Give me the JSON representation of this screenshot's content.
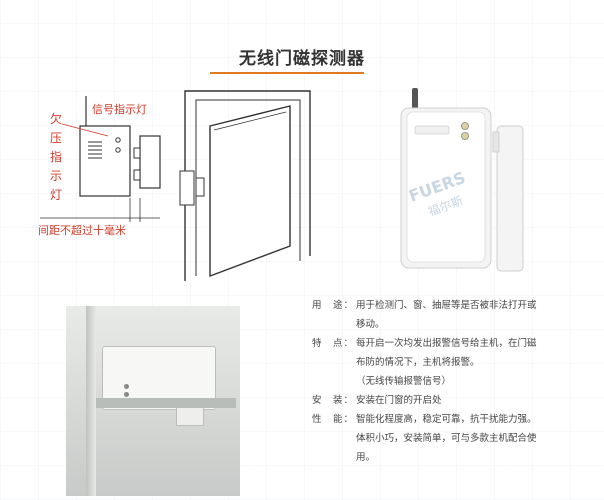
{
  "title": "无线门磁探测器",
  "diagram": {
    "signal_led_label": "信号指示灯",
    "low_voltage_label": "欠压指示灯",
    "gap_label": "间距不超过十毫米"
  },
  "product": {
    "brand": "FUERS",
    "brand_cn": "福尔斯"
  },
  "specs": [
    {
      "key": "用　途：",
      "lines": [
        "用于检测门、窗、抽屉等是否被非法打开或",
        "移动。"
      ]
    },
    {
      "key": "特　点：",
      "lines": [
        "每开启一次均发出报警信号给主机，在门磁",
        "布防的情况下，主机将报警。",
        "（无线传输报警信号）"
      ]
    },
    {
      "key": "安　装：",
      "lines": [
        "安装在门窗的开启处"
      ]
    },
    {
      "key": "性　能：",
      "lines": [
        "智能化程度高，稳定可靠，抗干扰能力强。",
        "体积小巧，安装简单，可与多款主机配合使",
        "用。"
      ]
    }
  ],
  "colors": {
    "title_underline": "#e07a1f",
    "annotation": "#d43a2a"
  }
}
